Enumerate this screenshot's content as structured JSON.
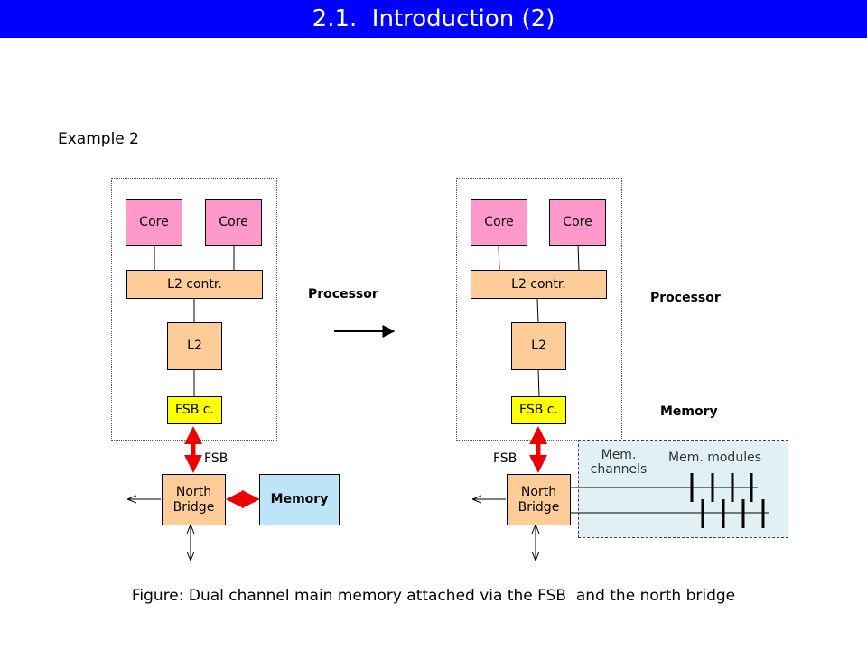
{
  "slide": {
    "title": "2.1.  Introduction (2)",
    "subtitle": "Example 2",
    "caption": "Figure: Dual channel main memory attached via the FSB  and the north bridge"
  },
  "left_diagram": {
    "core1": "Core",
    "core2": "Core",
    "l2_controller": "L2 contr.",
    "l2": "L2",
    "fsb_controller": "FSB c.",
    "fsb_label": "FSB",
    "north_bridge_line1": "North",
    "north_bridge_line2": "Bridge",
    "memory": "Memory"
  },
  "middle": {
    "processor_label": "Processor"
  },
  "right_diagram": {
    "core1": "Core",
    "core2": "Core",
    "l2_controller": "L2 contr.",
    "l2": "L2",
    "fsb_controller": "FSB c.",
    "fsb_label": "FSB",
    "north_bridge_line1": "North",
    "north_bridge_line2": "Bridge",
    "processor_label": "Processor",
    "memory_label": "Memory",
    "mem_channels_line1": "Mem.",
    "mem_channels_line2": "channels",
    "mem_modules": "Mem. modules"
  },
  "colors": {
    "title_bar": "#0000ff",
    "core": "#ff99cc",
    "l2": "#fdcc99",
    "fsb_controller": "#ffff00",
    "memory": "#bde5f8",
    "arrow": "#ee0000"
  }
}
